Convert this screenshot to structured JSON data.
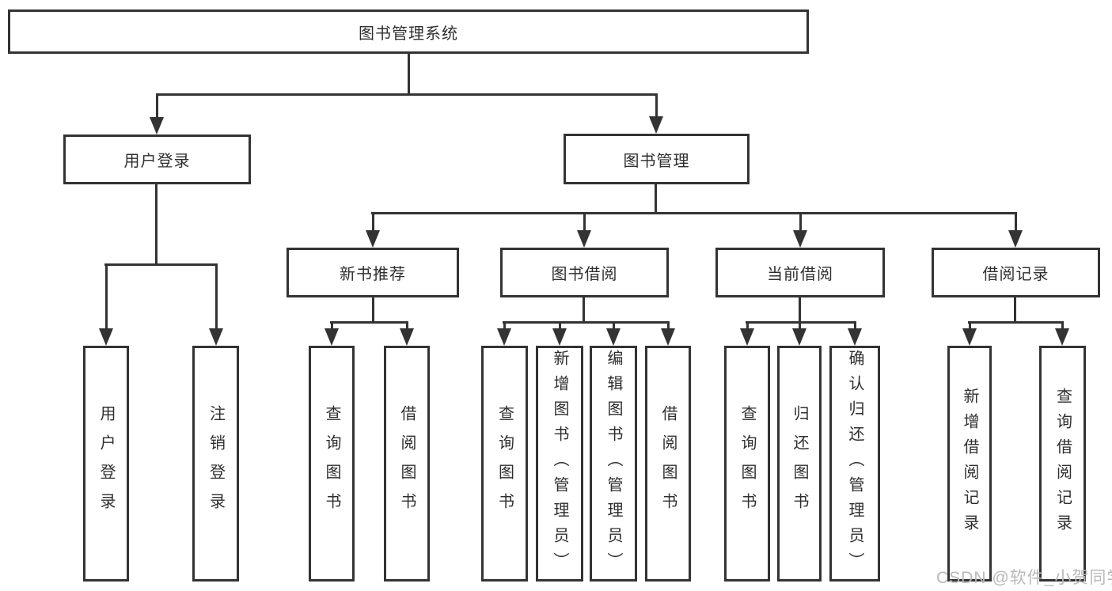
{
  "tree": {
    "root": {
      "label": "图书管理系统"
    },
    "branches": [
      {
        "label": "用户登录",
        "children": [
          {
            "label": "用户登录"
          },
          {
            "label": "注销登录"
          }
        ]
      },
      {
        "label": "图书管理",
        "children": [
          {
            "label": "新书推荐",
            "children": [
              {
                "label": "查询图书"
              },
              {
                "label": "借阅图书"
              }
            ]
          },
          {
            "label": "图书借阅",
            "children": [
              {
                "label": "查询图书"
              },
              {
                "label": "新增图书（管理员）"
              },
              {
                "label": "编辑图书（管理员）"
              },
              {
                "label": "借阅图书"
              }
            ]
          },
          {
            "label": "当前借阅",
            "children": [
              {
                "label": "查询图书"
              },
              {
                "label": "归还图书"
              },
              {
                "label": "确认归还（管理员）"
              }
            ]
          },
          {
            "label": "借阅记录",
            "children": [
              {
                "label": "新增借阅记录"
              },
              {
                "label": "查询借阅记录"
              }
            ]
          }
        ]
      }
    ]
  },
  "watermark": "CSDN @软件_小贺同学",
  "colors": {
    "line": "#333333",
    "text": "#2f2f2f",
    "watermark": "#b9b9b9",
    "background": "#ffffff"
  }
}
